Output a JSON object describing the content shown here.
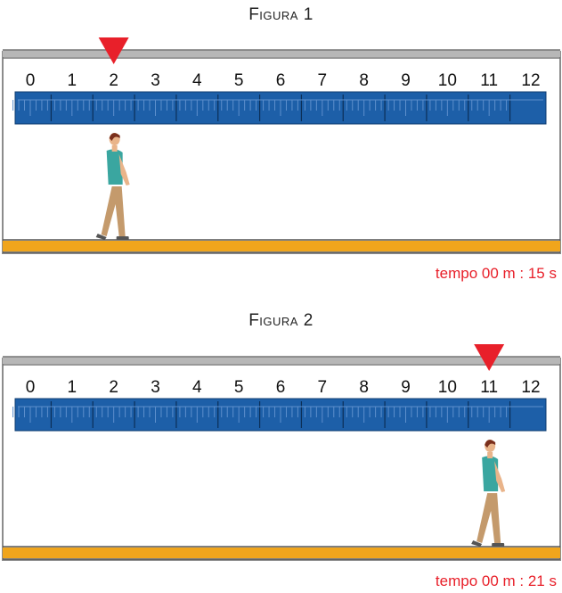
{
  "figures": [
    {
      "title": "Figura 1",
      "time_label": "tempo 00 m : 15 s",
      "marker_value": 2
    },
    {
      "title": "Figura 2",
      "time_label": "tempo 00 m : 21 s",
      "marker_value": 11
    }
  ],
  "ruler": {
    "ticks": [
      "0",
      "1",
      "2",
      "3",
      "4",
      "5",
      "6",
      "7",
      "8",
      "9",
      "10",
      "11",
      "12"
    ]
  },
  "colors": {
    "marker": "#e8202a",
    "ruler": "#1d5fa8",
    "floor": "#f0a51c",
    "rail": "#9a9a9a",
    "time": "#e8202a"
  }
}
